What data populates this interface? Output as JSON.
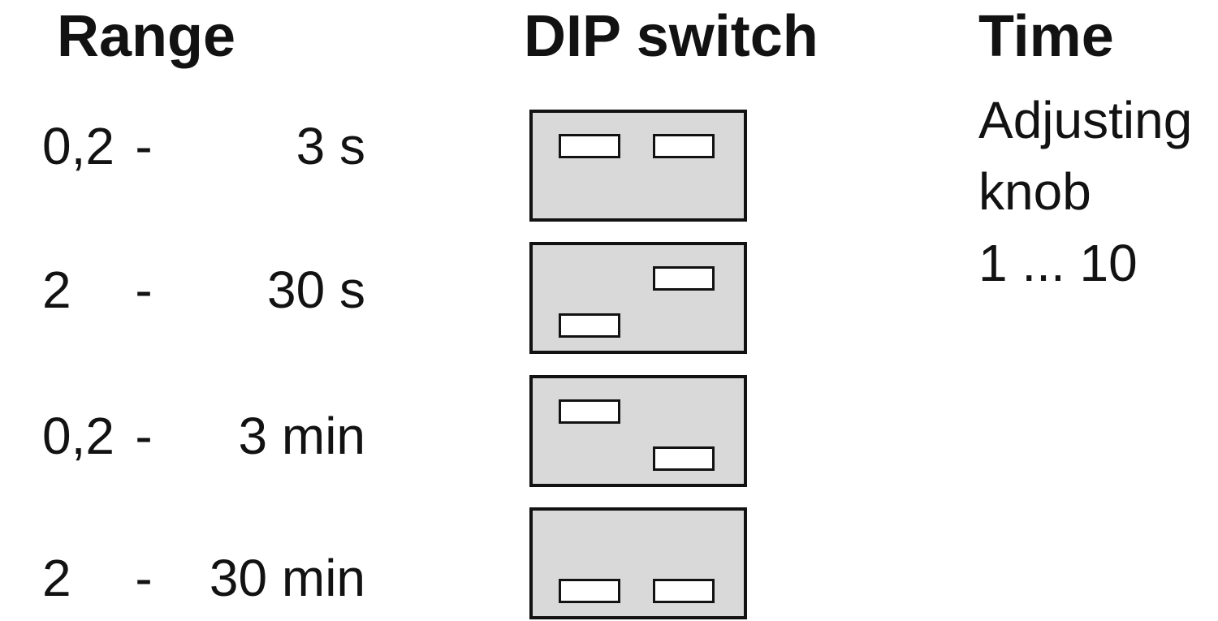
{
  "headers": {
    "range": "Range",
    "dip": "DIP switch",
    "time": "Time"
  },
  "time_note": {
    "lines": [
      "Adjusting",
      "knob",
      "1 ... 10"
    ]
  },
  "rows": [
    {
      "min": "0,2",
      "dash": "-",
      "max": "3 s",
      "left_switch": "up",
      "right_switch": "up"
    },
    {
      "min": "2",
      "dash": "-",
      "max": "30 s",
      "left_switch": "down",
      "right_switch": "up"
    },
    {
      "min": "0,2",
      "dash": "-",
      "max": "3 min",
      "left_switch": "up",
      "right_switch": "down"
    },
    {
      "min": "2",
      "dash": "-",
      "max": "30 min",
      "left_switch": "down",
      "right_switch": "down"
    }
  ],
  "colors": {
    "text": "#121212",
    "box_fill": "#d9d9d9",
    "box_border": "#121212",
    "switch_fill": "#ffffff"
  }
}
